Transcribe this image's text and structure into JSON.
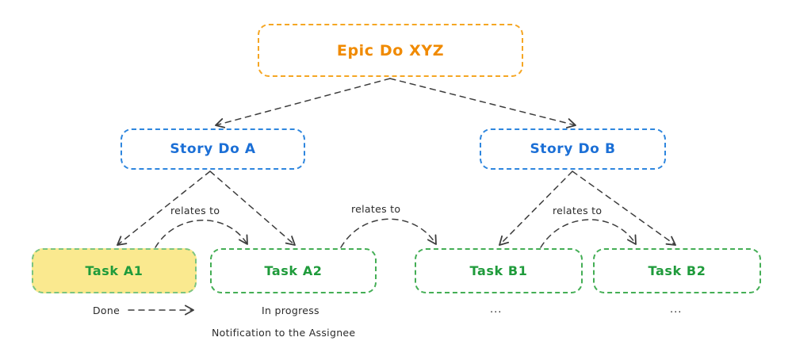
{
  "diagram": {
    "title_present": false,
    "colors": {
      "epic_border": "#F5A623",
      "epic_text": "#F08A00",
      "story_border": "#2E86DE",
      "story_text": "#1B6FD6",
      "task_border": "#44AE55",
      "task_text": "#1F9B3B",
      "task_highlight_fill": "#FAE98F",
      "arrow": "#3D3D3D",
      "label_text": "#2B2B2B",
      "background": "#FFFFFF"
    },
    "nodes": {
      "epic": {
        "label": "Epic Do XYZ",
        "type": "epic"
      },
      "story_a": {
        "label": "Story Do A",
        "type": "story"
      },
      "story_b": {
        "label": "Story Do B",
        "type": "story"
      },
      "task_a1": {
        "label": "Task A1",
        "type": "task",
        "highlighted": true
      },
      "task_a2": {
        "label": "Task A2",
        "type": "task",
        "highlighted": false
      },
      "task_b1": {
        "label": "Task B1",
        "type": "task",
        "highlighted": false
      },
      "task_b2": {
        "label": "Task B2",
        "type": "task",
        "highlighted": false
      }
    },
    "edge_labels": {
      "relates_to_a": "relates to",
      "relates_to_mid": "relates to",
      "relates_to_b": "relates to"
    },
    "status_labels": {
      "done": "Done",
      "in_progress": "In progress",
      "notification": "Notification to the Assignee",
      "task_b1_status": "...",
      "task_b2_status": "..."
    }
  }
}
